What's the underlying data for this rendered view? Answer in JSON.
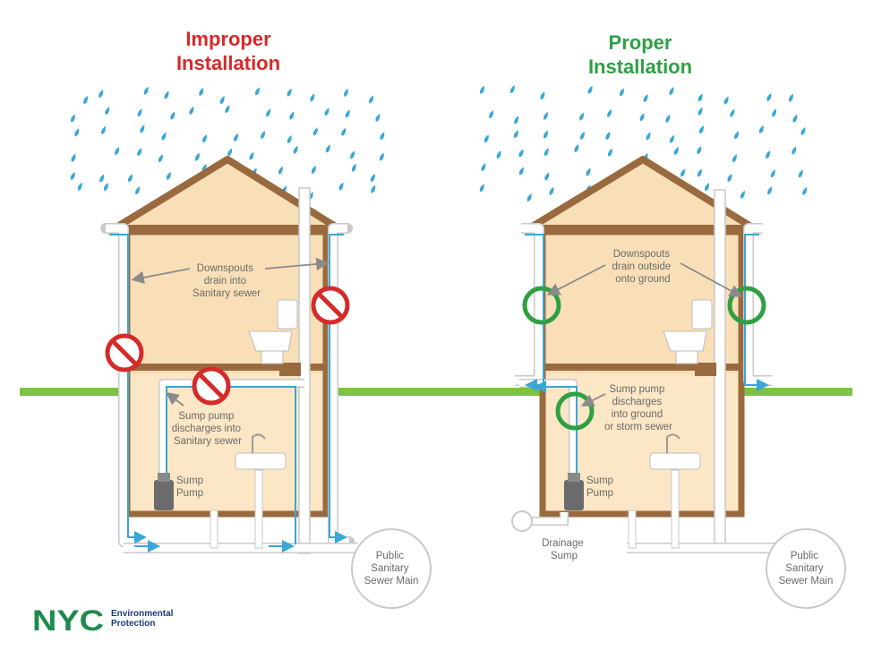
{
  "left": {
    "title_line1": "Improper",
    "title_line2": "Installation",
    "title_color": "#d52b2b",
    "downspout_label": [
      "Downspouts",
      "drain into",
      "Sanitary sewer"
    ],
    "sump_label": [
      "Sump pump",
      "discharges into",
      "Sanitary sewer"
    ],
    "pump_label": [
      "Sump",
      "Pump"
    ],
    "sewer_label": [
      "Public",
      "Sanitary",
      "Sewer Main"
    ]
  },
  "right": {
    "title_line1": "Proper",
    "title_line2": "Installation",
    "title_color": "#2ea043",
    "downspout_label": [
      "Downspouts",
      "drain outside",
      "onto ground"
    ],
    "sump_label": [
      "Sump pump",
      "discharges",
      "into ground",
      "or storm sewer"
    ],
    "pump_label": [
      "Sump",
      "Pump"
    ],
    "drainage_label": [
      "Drainage",
      "Sump"
    ],
    "sewer_label": [
      "Public",
      "Sanitary",
      "Sewer Main"
    ]
  },
  "logo": {
    "mark": "NYC",
    "line1": "Environmental",
    "line2": "Protection"
  },
  "colors": {
    "wall": "#9a6a3f",
    "interior": "#f9dfb7",
    "water": "#3aa7d6",
    "ground": "#7dc242",
    "improper": "#d52b2b",
    "proper": "#2ea043",
    "pipe": "#ffffff",
    "pipe_outline": "#c9c9c9",
    "logo_green": "#1f8a4c",
    "logo_blue": "#1b3d79"
  }
}
